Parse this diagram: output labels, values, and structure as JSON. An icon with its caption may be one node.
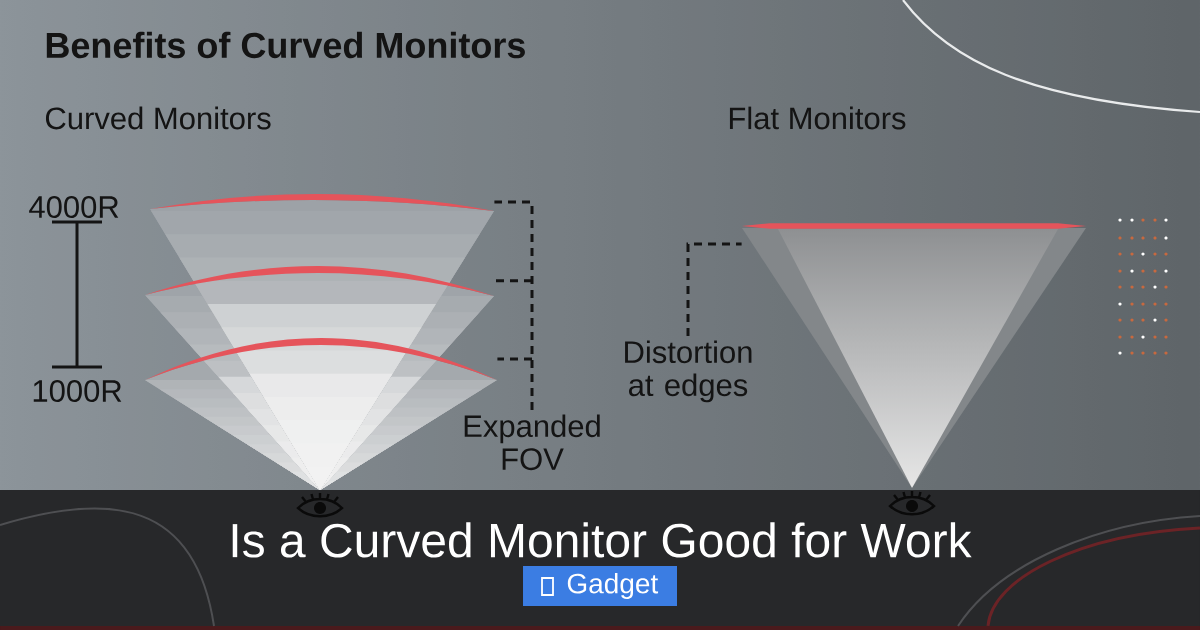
{
  "diagram": {
    "title": "Benefits of Curved Monitors",
    "nodes": [
      {
        "text": [],
        "shape": "arc"
      },
      {
        "text": [],
        "shape": "arc"
      },
      {
        "text": [],
        "shape": "arc"
      },
      {
        "text": [
          "Expanded FOV"
        ]
      },
      {
        "text": [
          "Distortion at edges"
        ]
      },
      {
        "text": [],
        "shape": "triangle"
      }
    ],
    "edges": [
      {
        "from": 3,
        "to": 0,
        "arrow": "none",
        "style": "dashed"
      },
      {
        "from": 3,
        "to": 1,
        "arrow": "none",
        "style": "dashed"
      },
      {
        "from": 3,
        "to": 2,
        "arrow": "none",
        "style": "dashed"
      },
      {
        "from": 4,
        "to": 5,
        "arrow": "none",
        "style": "dashed"
      }
    ],
    "labels": [
      "Curved Monitors",
      "Flat Monitors",
      "4000R",
      "1000R",
      "Is a Curved Monitor Good for Work",
      "Gadget"
    ]
  }
}
